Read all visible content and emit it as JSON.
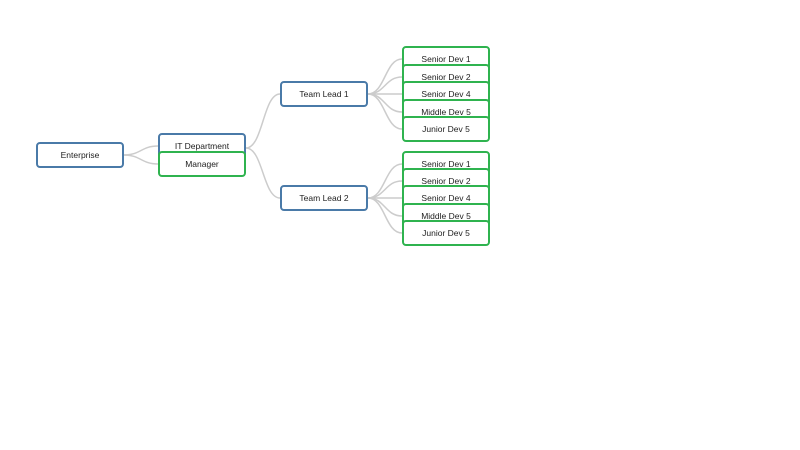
{
  "colors": {
    "manager_border": "#4a7aa8",
    "member_border": "#2fb34f",
    "edge": "#cccccc"
  },
  "root": {
    "label": "Enterprise"
  },
  "department": {
    "label": "IT Department",
    "manager": "Manager"
  },
  "teams": [
    {
      "label": "Team Lead 1",
      "members": [
        "Senior Dev 1",
        "Senior Dev 2",
        "Senior Dev 4",
        "Middle Dev 5",
        "Junior Dev 5"
      ]
    },
    {
      "label": "Team Lead 2",
      "members": [
        "Senior Dev 1",
        "Senior Dev 2",
        "Senior Dev 4",
        "Middle Dev 5",
        "Junior Dev 5"
      ]
    }
  ]
}
